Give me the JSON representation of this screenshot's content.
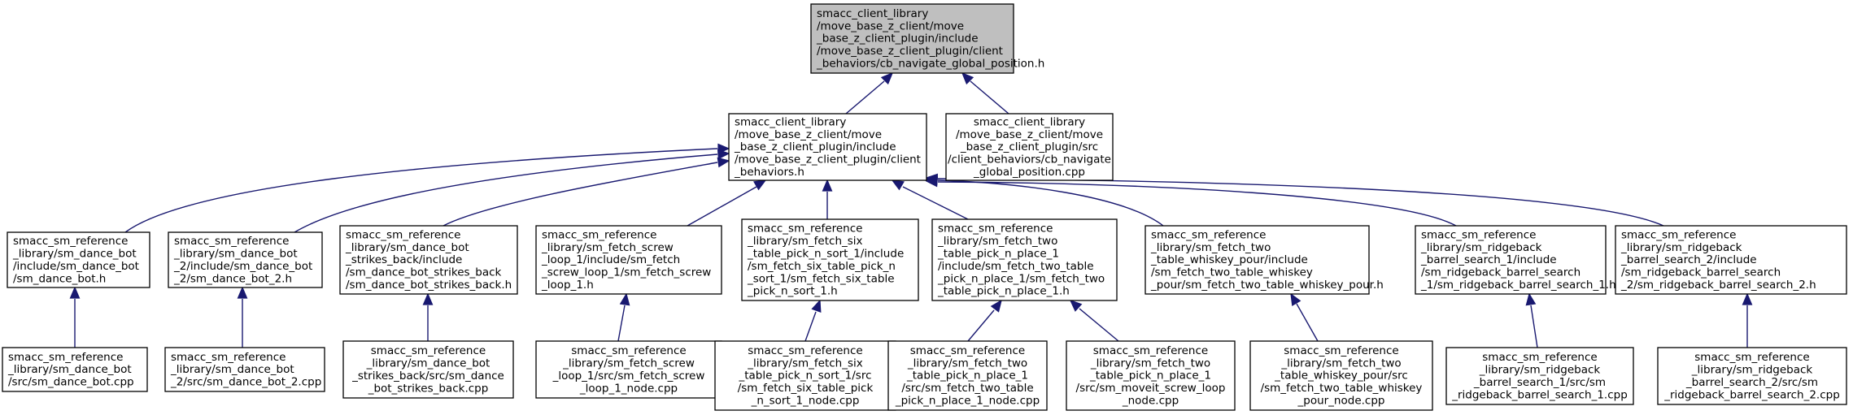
{
  "graph": {
    "colors": {
      "edge": "#191970",
      "root_fill": "#bfbfbf",
      "node_fill": "#ffffff",
      "border": "#000000"
    },
    "nodes": {
      "root": {
        "lines": [
          "smacc_client_library",
          "/move_base_z_client/move",
          "_base_z_client_plugin/include",
          "/move_base_z_client_plugin/client",
          "_behaviors/cb_navigate_global_position.h"
        ]
      },
      "client_behaviors_h": {
        "lines": [
          "smacc_client_library",
          "/move_base_z_client/move",
          "_base_z_client_plugin/include",
          "/move_base_z_client_plugin/client",
          "_behaviors.h"
        ]
      },
      "cb_navigate_cpp": {
        "lines": [
          "smacc_client_library",
          "/move_base_z_client/move",
          "_base_z_client_plugin/src",
          "/client_behaviors/cb_navigate",
          "_global_position.cpp"
        ]
      },
      "dance_bot_h": {
        "lines": [
          "smacc_sm_reference",
          "_library/sm_dance_bot",
          "/include/sm_dance_bot",
          "/sm_dance_bot.h"
        ]
      },
      "dance_bot_2_h": {
        "lines": [
          "smacc_sm_reference",
          "_library/sm_dance_bot",
          "_2/include/sm_dance_bot",
          "_2/sm_dance_bot_2.h"
        ]
      },
      "strikes_back_h": {
        "lines": [
          "smacc_sm_reference",
          "_library/sm_dance_bot",
          "_strikes_back/include",
          "/sm_dance_bot_strikes_back",
          "/sm_dance_bot_strikes_back.h"
        ]
      },
      "screw_loop_h": {
        "lines": [
          "smacc_sm_reference",
          "_library/sm_fetch_screw",
          "_loop_1/include/sm_fetch",
          "_screw_loop_1/sm_fetch_screw",
          "_loop_1.h"
        ]
      },
      "six_table_h": {
        "lines": [
          "smacc_sm_reference",
          "_library/sm_fetch_six",
          "_table_pick_n_sort_1/include",
          "/sm_fetch_six_table_pick_n",
          "_sort_1/sm_fetch_six_table",
          "_pick_n_sort_1.h"
        ]
      },
      "two_table_h": {
        "lines": [
          "smacc_sm_reference",
          "_library/sm_fetch_two",
          "_table_pick_n_place_1",
          "/include/sm_fetch_two_table",
          "_pick_n_place_1/sm_fetch_two",
          "_table_pick_n_place_1.h"
        ]
      },
      "whiskey_h": {
        "lines": [
          "smacc_sm_reference",
          "_library/sm_fetch_two",
          "_table_whiskey_pour/include",
          "/sm_fetch_two_table_whiskey",
          "_pour/sm_fetch_two_table_whiskey_pour.h"
        ]
      },
      "ridgeback_1_h": {
        "lines": [
          "smacc_sm_reference",
          "_library/sm_ridgeback",
          "_barrel_search_1/include",
          "/sm_ridgeback_barrel_search",
          "_1/sm_ridgeback_barrel_search_1.h"
        ]
      },
      "ridgeback_2_h": {
        "lines": [
          "smacc_sm_reference",
          "_library/sm_ridgeback",
          "_barrel_search_2/include",
          "/sm_ridgeback_barrel_search",
          "_2/sm_ridgeback_barrel_search_2.h"
        ]
      },
      "dance_bot_cpp": {
        "lines": [
          "smacc_sm_reference",
          "_library/sm_dance_bot",
          "/src/sm_dance_bot.cpp"
        ]
      },
      "dance_bot_2_cpp": {
        "lines": [
          "smacc_sm_reference",
          "_library/sm_dance_bot",
          "_2/src/sm_dance_bot_2.cpp"
        ]
      },
      "strikes_back_cpp": {
        "lines": [
          "smacc_sm_reference",
          "_library/sm_dance_bot",
          "_strikes_back/src/sm_dance",
          "_bot_strikes_back.cpp"
        ]
      },
      "screw_loop_cpp": {
        "lines": [
          "smacc_sm_reference",
          "_library/sm_fetch_screw",
          "_loop_1/src/sm_fetch_screw",
          "_loop_1_node.cpp"
        ]
      },
      "six_table_cpp": {
        "lines": [
          "smacc_sm_reference",
          "_library/sm_fetch_six",
          "_table_pick_n_sort_1/src",
          "/sm_fetch_six_table_pick",
          "_n_sort_1_node.cpp"
        ]
      },
      "two_table_cpp": {
        "lines": [
          "smacc_sm_reference",
          "_library/sm_fetch_two",
          "_table_pick_n_place_1",
          "/src/sm_fetch_two_table",
          "_pick_n_place_1_node.cpp"
        ]
      },
      "moveit_screw_cpp": {
        "lines": [
          "smacc_sm_reference",
          "_library/sm_fetch_two",
          "_table_pick_n_place_1",
          "/src/sm_moveit_screw_loop",
          "_node.cpp"
        ]
      },
      "whiskey_cpp": {
        "lines": [
          "smacc_sm_reference",
          "_library/sm_fetch_two",
          "_table_whiskey_pour/src",
          "/sm_fetch_two_table_whiskey",
          "_pour_node.cpp"
        ]
      },
      "ridgeback_1_cpp": {
        "lines": [
          "smacc_sm_reference",
          "_library/sm_ridgeback",
          "_barrel_search_1/src/sm",
          "_ridgeback_barrel_search_1.cpp"
        ]
      },
      "ridgeback_2_cpp": {
        "lines": [
          "smacc_sm_reference",
          "_library/sm_ridgeback",
          "_barrel_search_2/src/sm",
          "_ridgeback_barrel_search_2.cpp"
        ]
      }
    },
    "edges": [
      [
        "client_behaviors_h",
        "root"
      ],
      [
        "cb_navigate_cpp",
        "root"
      ],
      [
        "dance_bot_h",
        "client_behaviors_h"
      ],
      [
        "dance_bot_2_h",
        "client_behaviors_h"
      ],
      [
        "strikes_back_h",
        "client_behaviors_h"
      ],
      [
        "screw_loop_h",
        "client_behaviors_h"
      ],
      [
        "six_table_h",
        "client_behaviors_h"
      ],
      [
        "two_table_h",
        "client_behaviors_h"
      ],
      [
        "whiskey_h",
        "client_behaviors_h"
      ],
      [
        "ridgeback_1_h",
        "client_behaviors_h"
      ],
      [
        "ridgeback_2_h",
        "client_behaviors_h"
      ],
      [
        "dance_bot_cpp",
        "dance_bot_h"
      ],
      [
        "dance_bot_2_cpp",
        "dance_bot_2_h"
      ],
      [
        "strikes_back_cpp",
        "strikes_back_h"
      ],
      [
        "screw_loop_cpp",
        "screw_loop_h"
      ],
      [
        "six_table_cpp",
        "six_table_h"
      ],
      [
        "two_table_cpp",
        "two_table_h"
      ],
      [
        "moveit_screw_cpp",
        "two_table_h"
      ],
      [
        "whiskey_cpp",
        "whiskey_h"
      ],
      [
        "ridgeback_1_cpp",
        "ridgeback_1_h"
      ],
      [
        "ridgeback_2_cpp",
        "ridgeback_2_h"
      ]
    ]
  }
}
